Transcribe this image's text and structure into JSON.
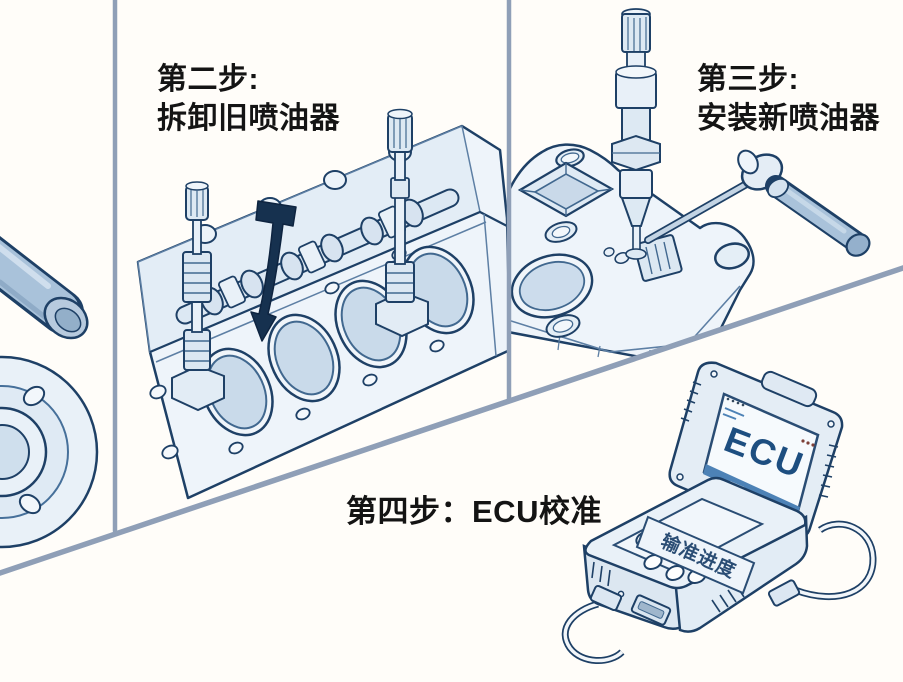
{
  "figure": {
    "type": "instructional-illustration",
    "subject": "fuel injector replacement steps on an engine"
  },
  "steps": {
    "step2": {
      "line1": "第二步:",
      "line2": "拆卸旧喷油器"
    },
    "step3": {
      "line1": "第三步:",
      "line2": "安装新喷油器"
    },
    "step4": {
      "title": "第四步：ECU校准"
    }
  },
  "device": {
    "screen_text": "ECU",
    "panel_label": "输准进度"
  },
  "colors": {
    "ink": "#1e4066",
    "line_mid": "#5d7fa4",
    "fill_light": "#eef4fa",
    "fill_mid": "#d7e3f0",
    "bore_fill": "#c9daea",
    "tool_blue": "#a9c2da",
    "divider_gray": "#8f9fb7",
    "screen_bar_blue": "#4d82b6",
    "screen_text_navy": "#1d4e80",
    "label_navy": "#2a4d74",
    "arrow_dark": "#16314f",
    "title_black": "#141414"
  }
}
